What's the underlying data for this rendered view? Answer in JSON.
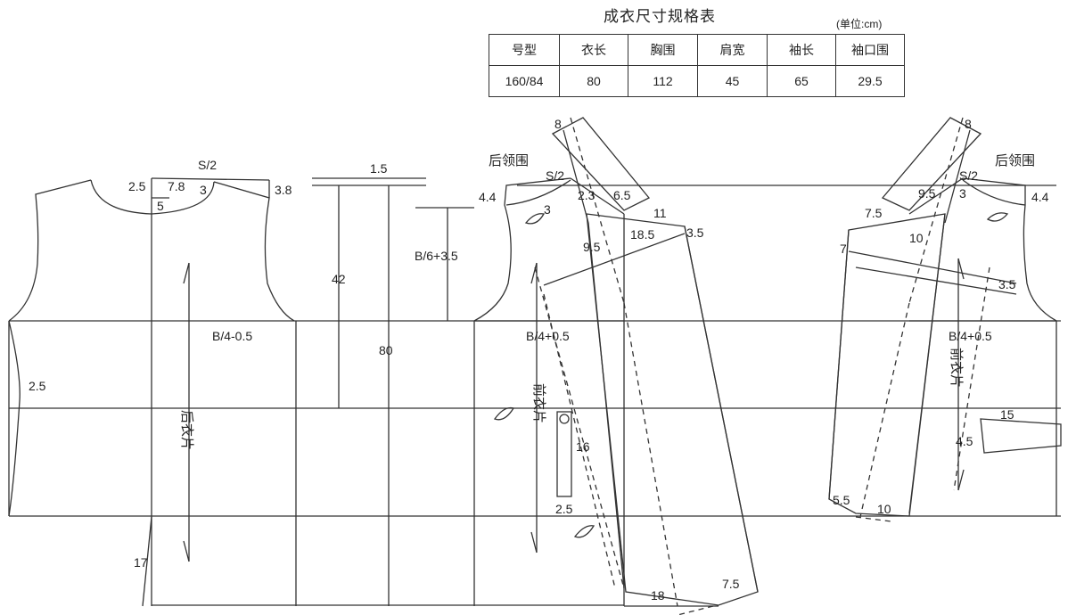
{
  "table": {
    "title": "成衣尺寸规格表",
    "unit": "(单位:cm)",
    "headers": [
      "号型",
      "衣长",
      "胸围",
      "肩宽",
      "袖长",
      "袖口围"
    ],
    "values": [
      "160/84",
      "80",
      "112",
      "45",
      "65",
      "29.5"
    ]
  },
  "labels": {
    "back_piece": "后衣片",
    "front_piece": "前衣片",
    "back_neck_left": "后领围",
    "back_neck_right": "后领围",
    "s2_back": "S/2",
    "s2_front_left": "S/2",
    "s2_front_right": "S/2",
    "b4_back": "B/4-0.5",
    "b4_front_left": "B/4+0.5",
    "b4_front_right": "B/4+0.5",
    "b6": "B/6+3.5",
    "len_42": "42",
    "len_80": "80",
    "v1_5": "1.5",
    "v2_5_neck": "2.5",
    "v7_8": "7.8",
    "v3_back": "3",
    "v5_neck": "5",
    "v3_8": "3.8",
    "v2_5_side": "2.5",
    "v17": "17",
    "v8_left": "8",
    "v4_4_left": "4.4",
    "v2_3": "2.3",
    "v6_5": "6.5",
    "v3_left": "3",
    "v11": "11",
    "v18_5": "18.5",
    "v3_5_left": "3.5",
    "v9_5_left": "9.5",
    "v16": "16",
    "v2_5_pocket": "2.5",
    "v18": "18",
    "v7_5_left": "7.5",
    "v8_right": "8",
    "v9_5_right": "9.5",
    "v3_right": "3",
    "v4_4_right": "4.4",
    "v7_5_right": "7.5",
    "v10_top": "10",
    "v7": "7",
    "v3_5_right": "3.5",
    "v15": "15",
    "v4_5": "4.5",
    "v5_5": "5.5",
    "v10_bottom": "10"
  }
}
